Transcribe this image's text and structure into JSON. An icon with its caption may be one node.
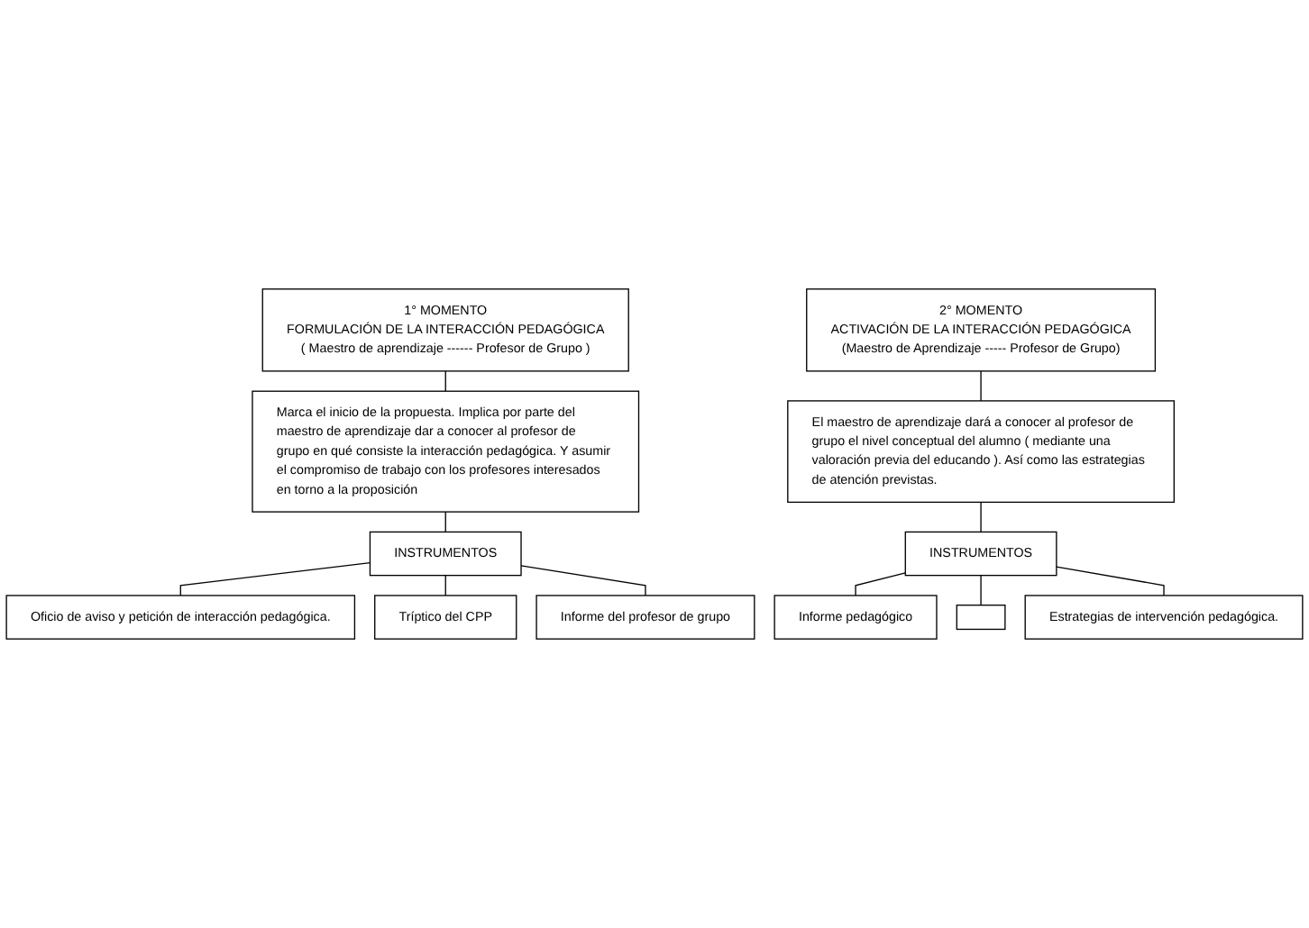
{
  "diagram": {
    "nodes": [
      {
        "text": [
          "1° MOMENTO",
          "FORMULACIÓN DE LA INTERACCIÓN  PEDAGÓGICA",
          "( Maestro de aprendizaje ------ Profesor de Grupo )"
        ]
      },
      {
        "text": [
          "Marca el inicio de la propuesta. Implica por parte del maestro de aprendizaje dar a conocer al profesor de grupo en qué consiste la interacción pedagógica. Y asumir el compromiso de trabajo con los profesores interesados en torno a la proposición"
        ]
      },
      {
        "text": [
          "INSTRUMENTOS"
        ]
      },
      {
        "text": [
          "Oficio de aviso y petición de interacción pedagógica."
        ]
      },
      {
        "text": [
          "Tríptico del CPP"
        ]
      },
      {
        "text": [
          "Informe del profesor de grupo"
        ]
      },
      {
        "text": [
          "2° MOMENTO",
          "ACTIVACIÓN DE LA INTERACCIÓN PEDAGÓGICA",
          "(Maestro de Aprendizaje ----- Profesor de Grupo)"
        ]
      },
      {
        "text": [
          "El maestro de aprendizaje dará a conocer al profesor de grupo el nivel conceptual del alumno ( mediante una valoración previa del educando ). Así como las estrategias de atención previstas."
        ]
      },
      {
        "text": [
          "INSTRUMENTOS"
        ]
      },
      {
        "text": [
          "Informe pedagógico"
        ]
      },
      {
        "text": [],
        "shape": "box"
      },
      {
        "text": [
          "Estrategias de intervención pedagógica."
        ]
      }
    ],
    "edges": [
      {
        "from": 0,
        "to": 1,
        "arrow": "none"
      },
      {
        "from": 1,
        "to": 2,
        "arrow": "none"
      },
      {
        "from": 2,
        "to": 3,
        "arrow": "none"
      },
      {
        "from": 2,
        "to": 4,
        "arrow": "none"
      },
      {
        "from": 2,
        "to": 5,
        "arrow": "none"
      },
      {
        "from": 6,
        "to": 7,
        "arrow": "none"
      },
      {
        "from": 7,
        "to": 8,
        "arrow": "none"
      },
      {
        "from": 8,
        "to": 9,
        "arrow": "none"
      },
      {
        "from": 8,
        "to": 10,
        "arrow": "none"
      },
      {
        "from": 8,
        "to": 11,
        "arrow": "none"
      }
    ]
  }
}
